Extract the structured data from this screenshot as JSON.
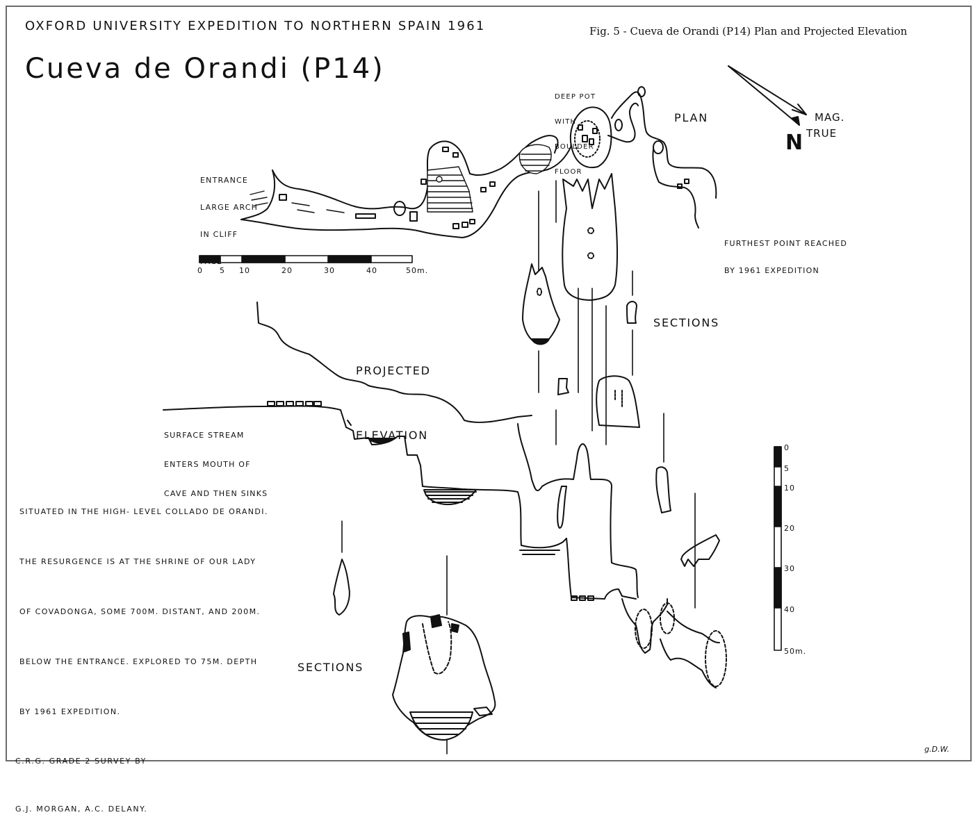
{
  "header": {
    "expedition": "OXFORD UNIVERSITY EXPEDITION TO NORTHERN SPAIN 1961",
    "figure_caption": "Fig. 5 - Cueva de Orandi (P14) Plan and Projected Elevation",
    "title": "Cueva de Orandi (P14)"
  },
  "plan": {
    "label": "PLAN",
    "entrance_label": [
      "ENTRANCE",
      "LARGE ARCH",
      "IN CLIFF",
      "FACE"
    ],
    "deep_pot_label": [
      "DEEP POT",
      "WITH",
      "BOULDER",
      "FLOOR"
    ],
    "furthest_label": [
      "FURTHEST POINT REACHED",
      "BY 1961 EXPEDITION"
    ],
    "north_arrow": {
      "north": "N",
      "mag": "MAG.",
      "true": "TRUE"
    },
    "scale": {
      "ticks": [
        "0",
        "5",
        "10",
        "20",
        "30",
        "40",
        "50m."
      ]
    }
  },
  "elevation": {
    "label": [
      "PROJECTED",
      "ELEVATION"
    ],
    "stream_label": [
      "SURFACE STREAM",
      "ENTERS MOUTH OF",
      "CAVE AND THEN SINKS"
    ],
    "sections_label_right": "SECTIONS",
    "sections_label_left": "SECTIONS",
    "vertical_scale": {
      "ticks": [
        "0",
        "5",
        "10",
        "20",
        "30",
        "40",
        "50m."
      ]
    }
  },
  "notes": [
    "SITUATED IN THE HIGH- LEVEL COLLADO DE ORANDI.",
    "THE RESURGENCE IS AT THE SHRINE OF OUR LADY",
    "OF COVADONGA, SOME 700M. DISTANT, AND 200M.",
    "BELOW THE ENTRANCE. EXPLORED TO 75M. DEPTH",
    "BY 1961 EXPEDITION."
  ],
  "credits": [
    "C.R.G. GRADE 2 SURVEY BY",
    "G.J. MORGAN, A.C. DELANY."
  ],
  "initials": "g.D.W.",
  "colors": {
    "ink": "#111111",
    "frame": "#6a6a6a",
    "paper": "#ffffff"
  }
}
